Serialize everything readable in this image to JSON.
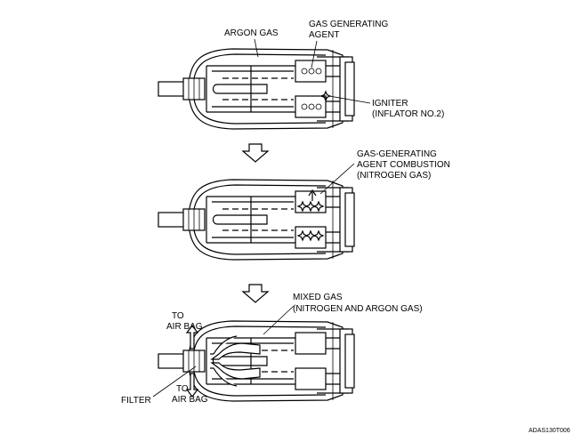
{
  "labels": {
    "argon_gas": "ARGON GAS",
    "gas_agent_1": "GAS GENERATING",
    "gas_agent_2": "AGENT",
    "igniter_1": "IGNITER",
    "igniter_2": "(INFLATOR NO.2)",
    "combustion_1": "GAS-GENERATING",
    "combustion_2": "AGENT COMBUSTION",
    "combustion_3": "(NITROGEN GAS)",
    "mixed_1": "MIXED GAS",
    "mixed_2": "(NITROGEN AND ARGON GAS)",
    "to_top_1": "TO",
    "to_top_2": "AIR BAG",
    "to_bottom_1": "TO",
    "to_bottom_2": "AIR BAG",
    "filter": "FILTER",
    "figure_code": "ADAS130T006"
  }
}
